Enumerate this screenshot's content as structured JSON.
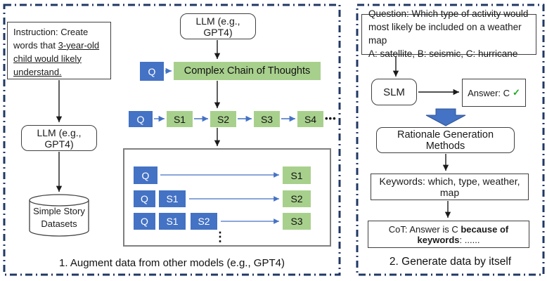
{
  "left_panel": {
    "caption": "1. Augment data from other models (e.g., GPT4)",
    "instruction": {
      "normal": "Instruction: Create words that ",
      "underlined": "3-year-old child would likely understand."
    },
    "llm_left_label": "LLM (e.g., GPT4)",
    "datasets": {
      "line1": "Simple Story",
      "line2": "Datasets"
    },
    "llm_top_label": "LLM (e.g., GPT4)",
    "q_label": "Q",
    "ccot_label": "Complex Chain of Thoughts",
    "chain": {
      "s1": "S1",
      "s2": "S2",
      "s3": "S3",
      "s4": "S4"
    },
    "ellipsis_h": "•••",
    "ellipsis_v": "⋮",
    "decomp_rows": [
      {
        "inputs": [
          "Q"
        ],
        "output": "S1"
      },
      {
        "inputs": [
          "Q",
          "S1"
        ],
        "output": "S2"
      },
      {
        "inputs": [
          "Q",
          "S1",
          "S2"
        ],
        "output": "S3"
      }
    ]
  },
  "right_panel": {
    "caption": "2. Generate data by itself",
    "question": {
      "line1": "Question: Which type of activity would",
      "line2": "most likely be included on a weather map",
      "line3": "A: satellite, B: seismic, C: hurricane"
    },
    "slm_label": "SLM",
    "answer": {
      "text": "Answer: C",
      "check": "✓"
    },
    "rationale_label": "Rationale Generation Methods",
    "keywords_label": "Keywords: which, type, weather, map",
    "cot": {
      "prefix": "CoT: Answer is C ",
      "bold": "because of keywords",
      "suffix": ": ......"
    }
  },
  "colors": {
    "accent_blue": "#4472C4",
    "accent_green": "#A8D08D",
    "border_navy": "#203864",
    "check_green": "#1FA823"
  }
}
